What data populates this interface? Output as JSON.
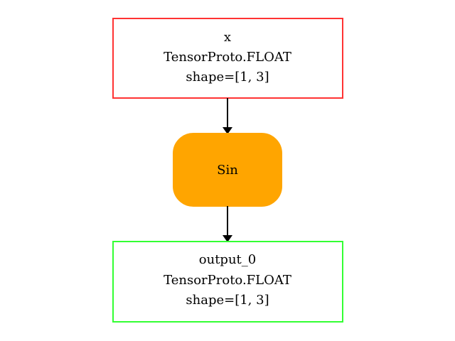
{
  "graph": {
    "input": {
      "lines": [
        "x",
        "TensorProto.FLOAT",
        "shape=[1, 3]"
      ],
      "border_color": "#ff3333"
    },
    "op": {
      "label": "Sin",
      "fill_color": "#ffa500"
    },
    "output": {
      "lines": [
        "output_0",
        "TensorProto.FLOAT",
        "shape=[1, 3]"
      ],
      "border_color": "#33ff33"
    },
    "edge_color": "#000000"
  }
}
